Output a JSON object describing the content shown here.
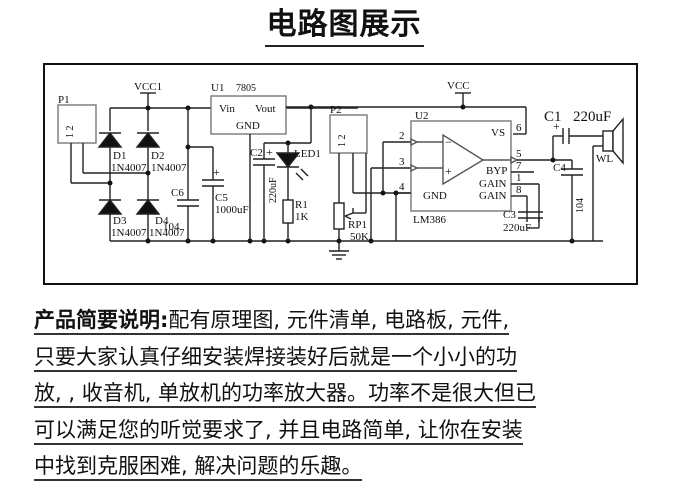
{
  "title": "电路图展示",
  "schematic": {
    "labels": {
      "p1": "P1",
      "p1_pins": "1  2",
      "vcc1": "VCC1",
      "d1": "D1",
      "d1_part": "1N4007",
      "d2": "D2",
      "d2_part": "1N4007",
      "d3": "D3",
      "d3_part": "1N4007",
      "d4": "D4",
      "d4_part": "1N4007",
      "c6": "C6",
      "c6_val": "104",
      "c5": "C5",
      "c5_val": "1000uF",
      "u1": "U1",
      "u1_part": "7805",
      "u1_vin": "Vin",
      "u1_vout": "Vout",
      "u1_gnd": "GND",
      "c2": "C2",
      "c2_val": "220uF",
      "led1": "LED1",
      "r1": "R1",
      "r1_val": "1K",
      "p2": "P2",
      "p2_pins": "1  2",
      "rp1": "RP1",
      "rp1_val": "50K",
      "vcc": "VCC",
      "u2": "U2",
      "u2_part": "LM386",
      "u2_vs": "VS",
      "u2_byp": "BYP",
      "u2_gain1": "GAIN",
      "u2_gain2": "GAIN",
      "u2_gnd": "GND",
      "pin2": "2",
      "pin3": "3",
      "pin4": "4",
      "pin5": "5",
      "pin6": "6",
      "pin7": "7",
      "pin1": "1",
      "pin8": "8",
      "opamp_minus": "−",
      "opamp_plus": "+",
      "c1": "C1",
      "c1_val": "220uF",
      "c3": "C3",
      "c3_val": "220uF",
      "c4": "C4",
      "c4_val": "104",
      "wl": "WL",
      "plus": "+"
    }
  },
  "description": {
    "heading": "产品简要说明:",
    "lines": [
      "配有原理图, 元件清单, 电路板, 元件,",
      "只要大家认真仔细安装焊接装好后就是一个小小的功",
      "放, , 收音机, 单放机的功率放大器。功率不是很大但已",
      "可以满足您的听觉要求了, 并且电路简单, 让你在安装",
      "中找到克服困难, 解决问题的乐趣。"
    ]
  }
}
